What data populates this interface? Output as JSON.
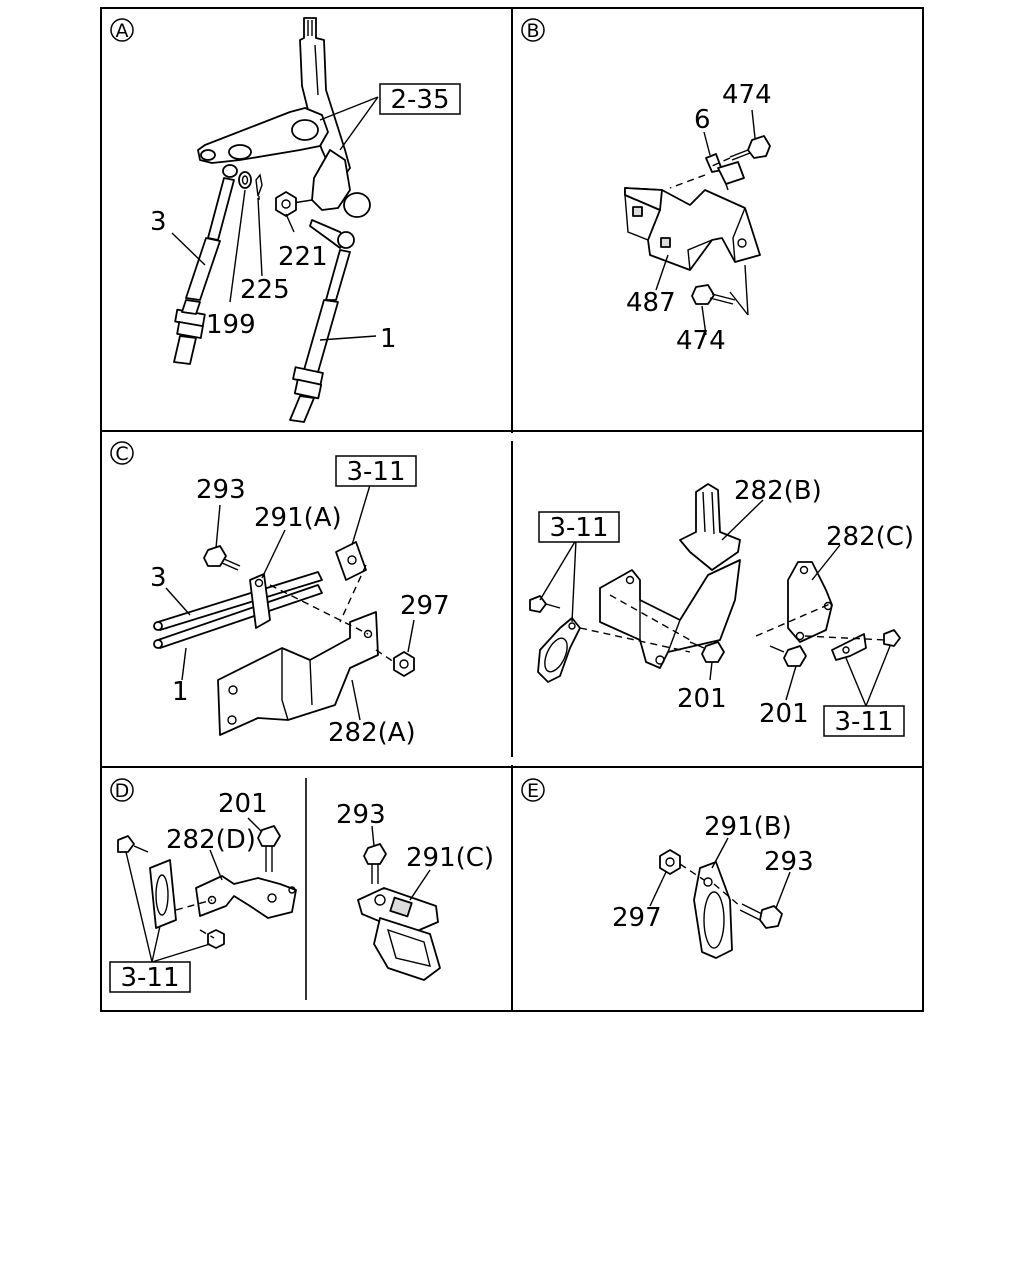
{
  "panels": {
    "a": {
      "letter": "A",
      "labels": {
        "ref_2_35": "2-35",
        "p3": "3",
        "p221": "221",
        "p225": "225",
        "p199": "199",
        "p1": "1"
      }
    },
    "b": {
      "letter": "B",
      "labels": {
        "p474_top": "474",
        "p6": "6",
        "p487": "487",
        "p474_bottom": "474"
      }
    },
    "c": {
      "letter": "C",
      "labels": {
        "ref_3_11": "3-11",
        "p293": "293",
        "p291a": "291(A)",
        "p3": "3",
        "p297": "297",
        "p1": "1",
        "p282a": "282(A)"
      }
    },
    "c_right": {
      "labels": {
        "p282b": "282(B)",
        "ref_3_11_left": "3-11",
        "p282c": "282(C)",
        "p201_left": "201",
        "p201_right": "201",
        "ref_3_11_right": "3-11"
      }
    },
    "d": {
      "letter": "D",
      "labels": {
        "p201": "201",
        "p282d": "282(D)",
        "ref_3_11": "3-11",
        "p293": "293",
        "p291c": "291(C)"
      }
    },
    "e": {
      "letter": "E",
      "labels": {
        "p291b": "291(B)",
        "p293": "293",
        "p297": "297"
      }
    }
  }
}
